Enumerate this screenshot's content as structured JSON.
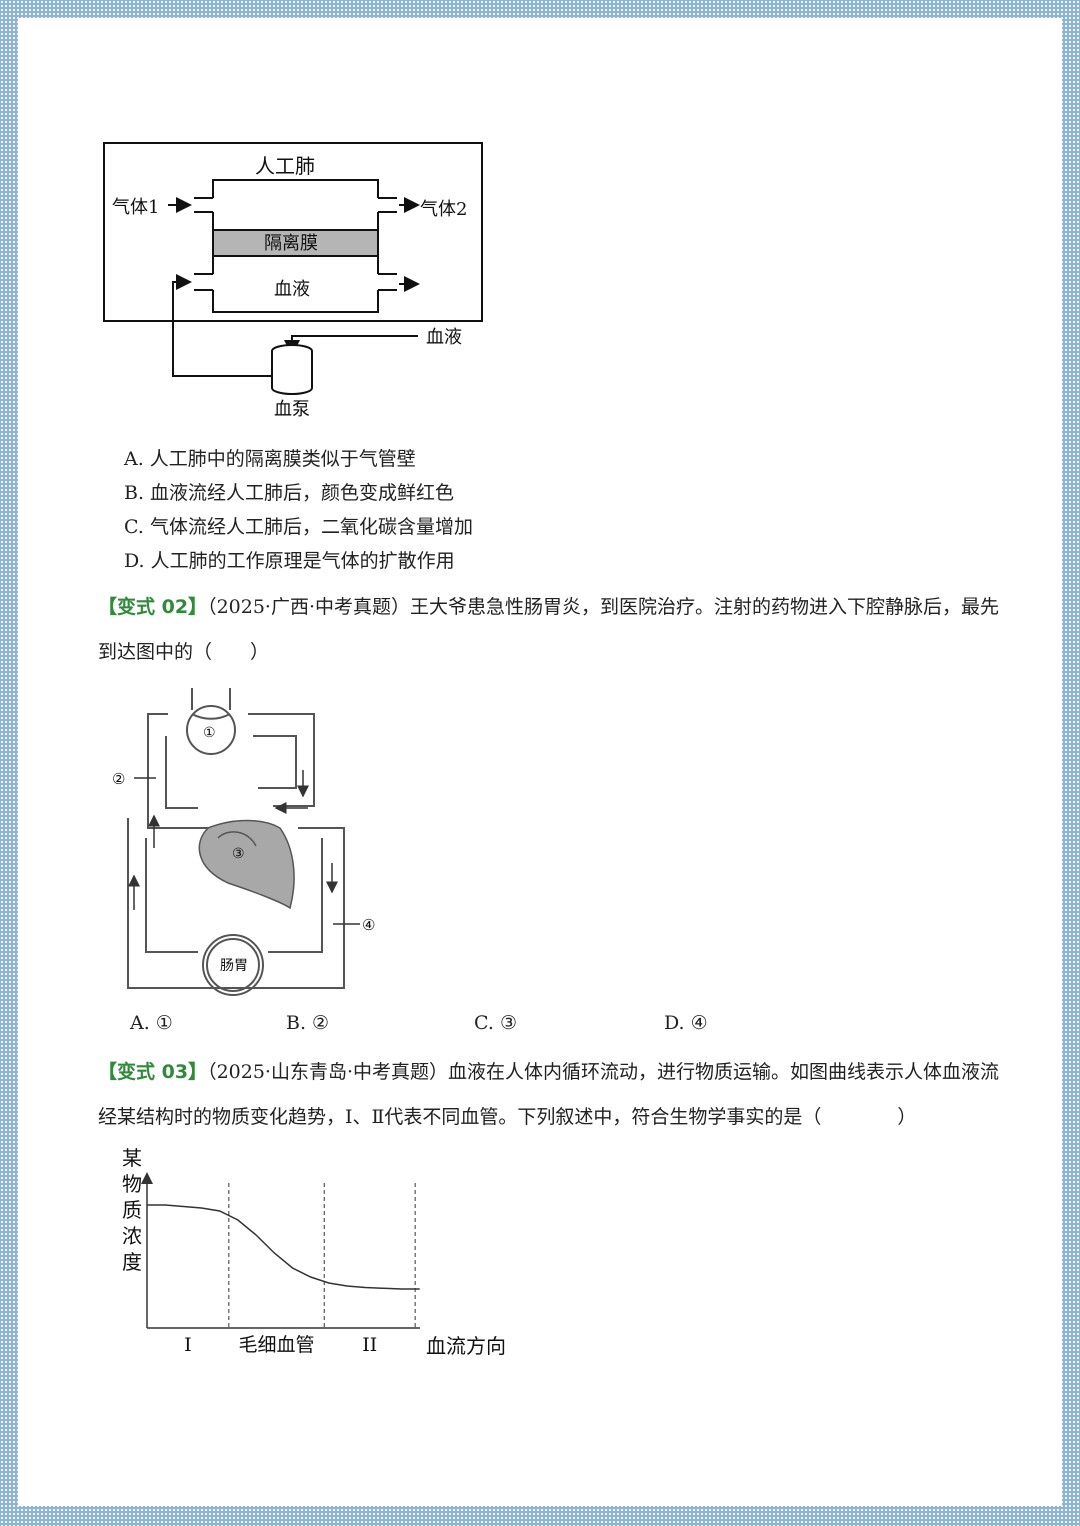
{
  "fig1": {
    "lung": "人工肺",
    "gas1": "气体1",
    "gas2": "气体2",
    "membrane": "隔离膜",
    "blood_inner": "血液",
    "blood_in": "血液",
    "pump": "血泵"
  },
  "q1_options": [
    "A. 人工肺中的隔离膜类似于气管壁",
    "B. 血液流经人工肺后，颜色变成鲜红色",
    "C. 气体流经人工肺后，二氧化碳含量增加",
    "D. 人工肺的工作原理是气体的扩散作用"
  ],
  "q2": {
    "tag": "【变式 02】",
    "line1": "（2025·广西·中考真题）王大爷患急性肠胃炎，到医院治疗。注射的药物进入下腔静脉后，最先",
    "line2": "到达图中的（　　）",
    "labels": {
      "n1": "①",
      "n2": "②",
      "n3": "③",
      "n4": "④",
      "organ": "肠胃"
    },
    "options": [
      "A. ①",
      "B. ②",
      "C. ③",
      "D. ④"
    ]
  },
  "q3": {
    "tag": "【变式 03】",
    "line1": "（2025·山东青岛·中考真题）血液在人体内循环流动，进行物质运输。如图曲线表示人体血液流",
    "line2": "经某结构时的物质变化趋势，Ⅰ、Ⅱ代表不同血管。下列叙述中，符合生物学事实的是（　　　　）"
  },
  "chart_data": {
    "type": "line",
    "ylabel": "某物质浓度",
    "xlabel": "血流方向",
    "regions": [
      "I",
      "毛细血管",
      "II"
    ],
    "x": [
      0,
      0.2,
      0.4,
      0.6,
      0.8,
      1.0,
      1.2,
      1.4,
      1.6,
      1.8,
      2.0,
      2.2,
      2.4,
      2.6,
      2.8,
      3.0
    ],
    "values": [
      0.82,
      0.82,
      0.81,
      0.8,
      0.78,
      0.72,
      0.62,
      0.5,
      0.4,
      0.34,
      0.3,
      0.28,
      0.27,
      0.265,
      0.26,
      0.26
    ],
    "region_bounds": [
      0,
      0.9,
      1.95,
      2.95
    ],
    "ylim": [
      0,
      1
    ],
    "xlim": [
      0,
      3.3
    ]
  }
}
